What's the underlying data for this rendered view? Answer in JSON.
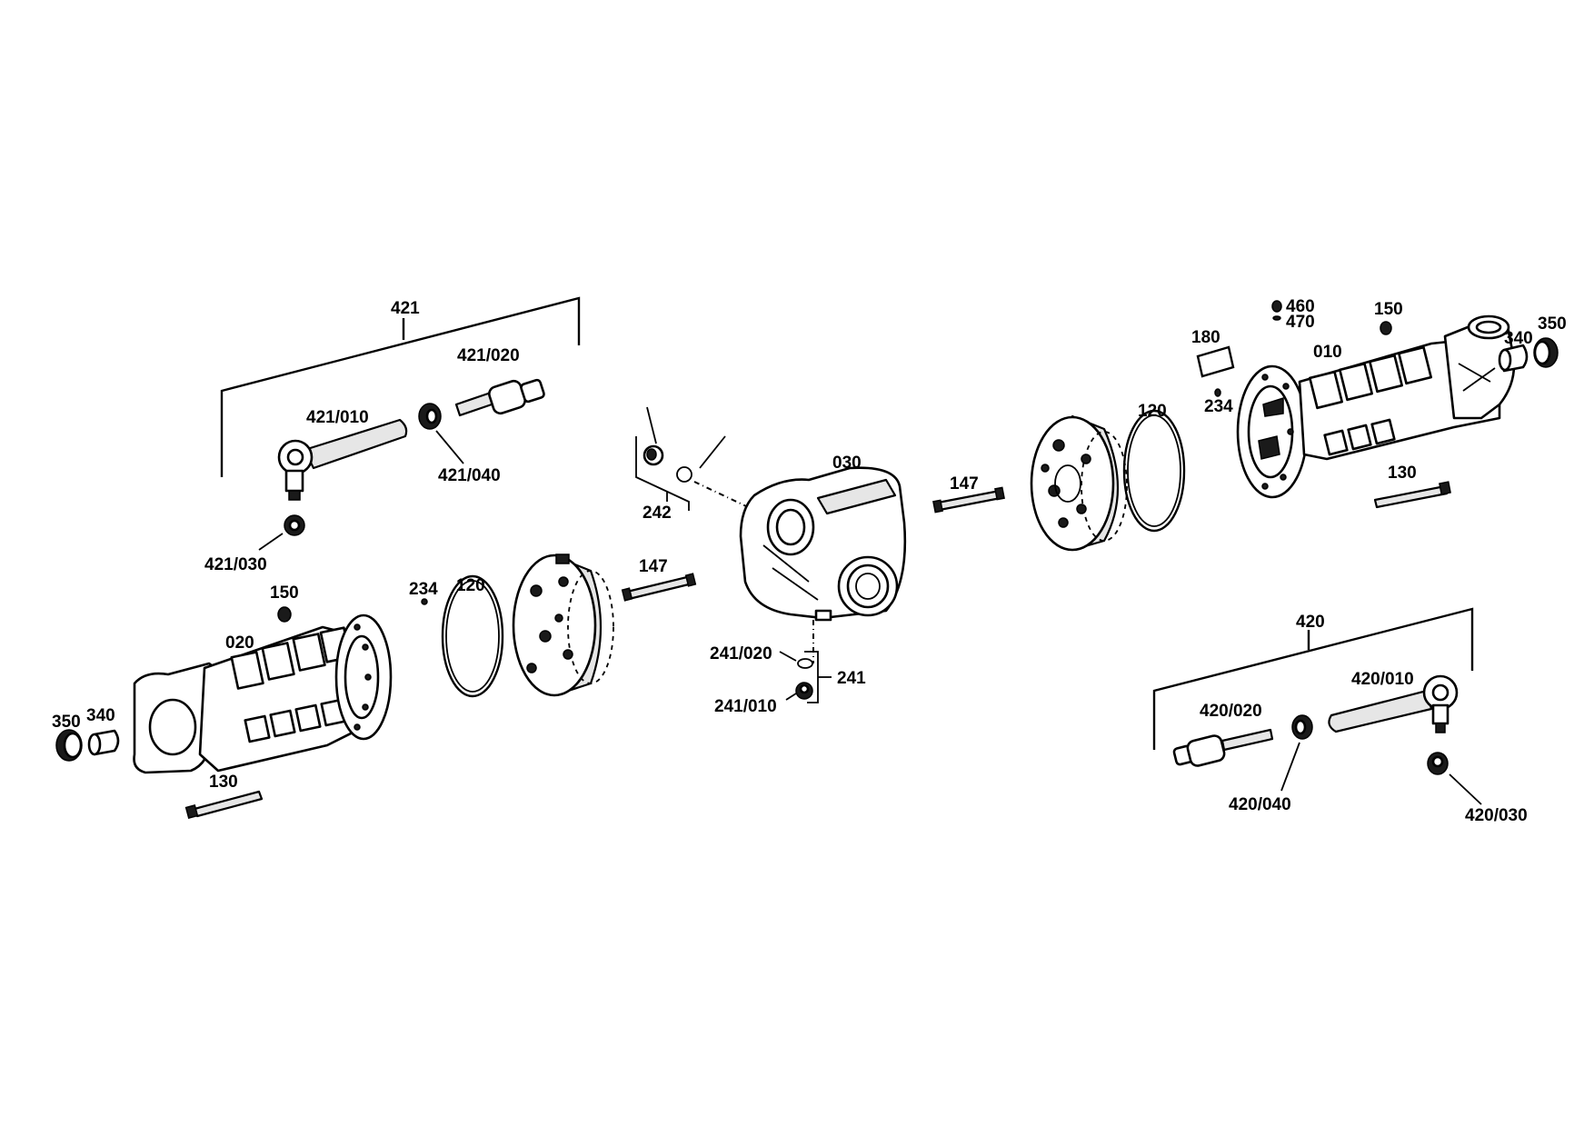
{
  "labels": {
    "l421": "421",
    "l421_020": "421/020",
    "l421_010": "421/010",
    "l421_040": "421/040",
    "l421_030": "421/030",
    "l150_left": "150",
    "l020": "020",
    "l350_left": "350",
    "l340_left": "340",
    "l130_left": "130",
    "l234_left": "234",
    "l120_left": "120",
    "l147_left": "147",
    "l242": "242",
    "l030": "030",
    "l241_020": "241/020",
    "l241": "241",
    "l241_010": "241/010",
    "l147_right": "147",
    "l120_right": "120",
    "l180": "180",
    "l234_right": "234",
    "l460": "460",
    "l470": "470",
    "l150_right": "150",
    "l010": "010",
    "l340_right": "340",
    "l350_right": "350",
    "l130_right": "130",
    "l420": "420",
    "l420_010": "420/010",
    "l420_020": "420/020",
    "l420_040": "420/040",
    "l420_030": "420/030"
  }
}
